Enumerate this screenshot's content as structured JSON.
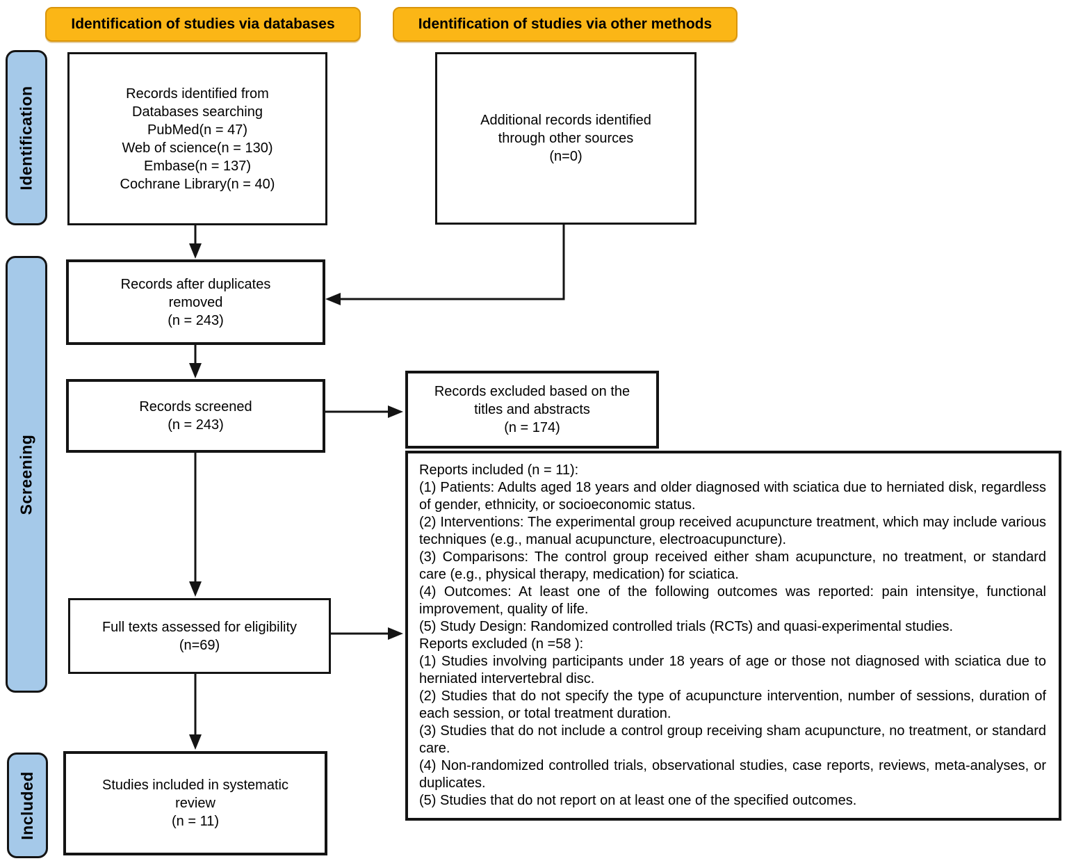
{
  "diagram": {
    "column_headers": {
      "databases": "Identification of studies via databases",
      "other_methods": "Identification of studies via other methods"
    },
    "stages": {
      "identification": "Identification",
      "screening": "Screening",
      "included": "Included"
    },
    "boxes": {
      "records_identified": {
        "lines": [
          "Records identified from",
          "Databases searching",
          "PubMed(n = 47)",
          "Web of science(n = 130)",
          "Embase(n = 137)",
          "Cochrane Library(n = 40)"
        ]
      },
      "additional_records": {
        "lines": [
          "Additional records identified",
          "through other sources",
          "(n=0)"
        ]
      },
      "duplicates_removed": {
        "lines": [
          "Records after duplicates",
          "removed",
          "(n = 243)"
        ]
      },
      "records_screened": {
        "lines": [
          "Records screened",
          "(n = 243)"
        ]
      },
      "records_excluded": {
        "lines": [
          "Records excluded based on the",
          "titles and abstracts",
          "(n = 174)"
        ]
      },
      "full_texts_assessed": {
        "lines": [
          "Full texts assessed for eligibility",
          "(n=69)"
        ]
      },
      "criteria": {
        "paragraphs": [
          "Reports included (n = 11):",
          "(1) Patients: Adults aged 18 years and older diagnosed with sciatica due to herniated disk, regardless of gender, ethnicity, or socioeconomic status.",
          "(2) Interventions: The experimental group received acupuncture treatment, which may include various techniques (e.g., manual acupuncture, electroacupuncture).",
          "(3) Comparisons: The control group received either sham acupuncture, no treatment, or standard care (e.g., physical therapy, medication) for sciatica.",
          "(4) Outcomes: At least one of the following outcomes was reported: pain intensitye, functional improvement, quality of life.",
          "(5) Study Design: Randomized controlled trials (RCTs) and quasi-experimental studies.",
          "Reports excluded (n =58 ):",
          "(1) Studies involving participants under 18 years of age or those not diagnosed with sciatica due to herniated intervertebral disc.",
          "(2) Studies that do not specify the type of acupuncture intervention, number of sessions, duration of each session, or total treatment duration.",
          "(3) Studies that do not include a control group receiving sham acupuncture, no treatment, or standard care.",
          "(4) Non-randomized controlled trials, observational studies, case reports, reviews, meta-analyses, or duplicates.",
          "(5) Studies that do not report on at least one of the specified outcomes."
        ]
      },
      "studies_included": {
        "lines": [
          "Studies included in systematic",
          "review",
          "(n = 11)"
        ]
      }
    },
    "colors": {
      "header_fill": "#FBB616",
      "header_border": "#D9950B",
      "stage_fill": "#A5C9E9",
      "stage_border": "#141414",
      "box_border": "#141414",
      "arrow": "#141414"
    }
  }
}
